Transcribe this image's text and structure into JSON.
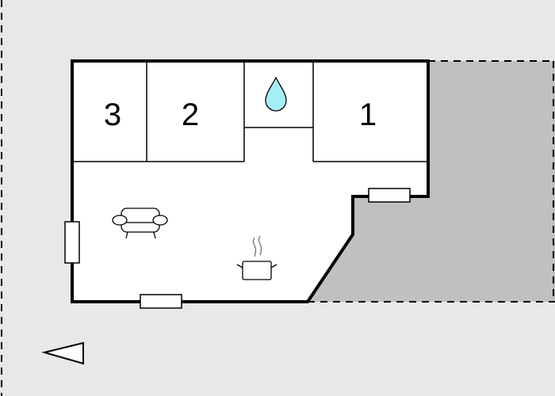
{
  "floorplan": {
    "rooms": [
      {
        "id": "bedroom-3",
        "label": "3"
      },
      {
        "id": "bedroom-2",
        "label": "2"
      },
      {
        "id": "bathroom",
        "icon": "water-drop-icon"
      },
      {
        "id": "bedroom-1",
        "label": "1"
      },
      {
        "id": "living-kitchen",
        "icons": [
          "sofa-icon",
          "cooking-pot-icon"
        ]
      }
    ],
    "north_arrow": "arrow-left-icon",
    "colors": {
      "background": "#e8e8e8",
      "terrace": "#c0c0c0",
      "interior": "#ffffff",
      "wall": "#000000",
      "water": "#a6eef5"
    }
  }
}
